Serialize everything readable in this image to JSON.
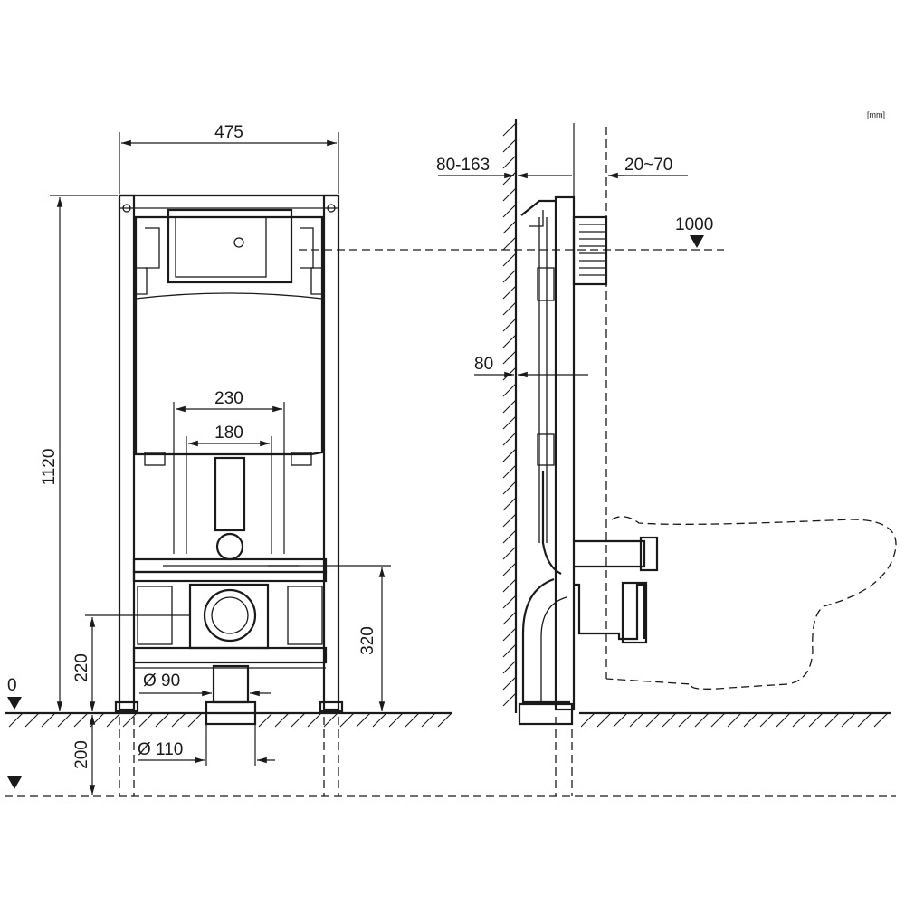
{
  "units_note": "[mm]",
  "dimensions": {
    "frame_width": "475",
    "frame_height": "1120",
    "pipe_spacing_outer": "230",
    "pipe_spacing_inner": "180",
    "outlet_height": "320",
    "inlet_height": "220",
    "below_floor": "200",
    "drain_small": "Ø 90",
    "drain_large": "Ø 110",
    "wall_gap": "80-163",
    "plate_offset": "20~70",
    "flush_height": "1000",
    "frame_depth": "80",
    "floor_level": "0"
  }
}
